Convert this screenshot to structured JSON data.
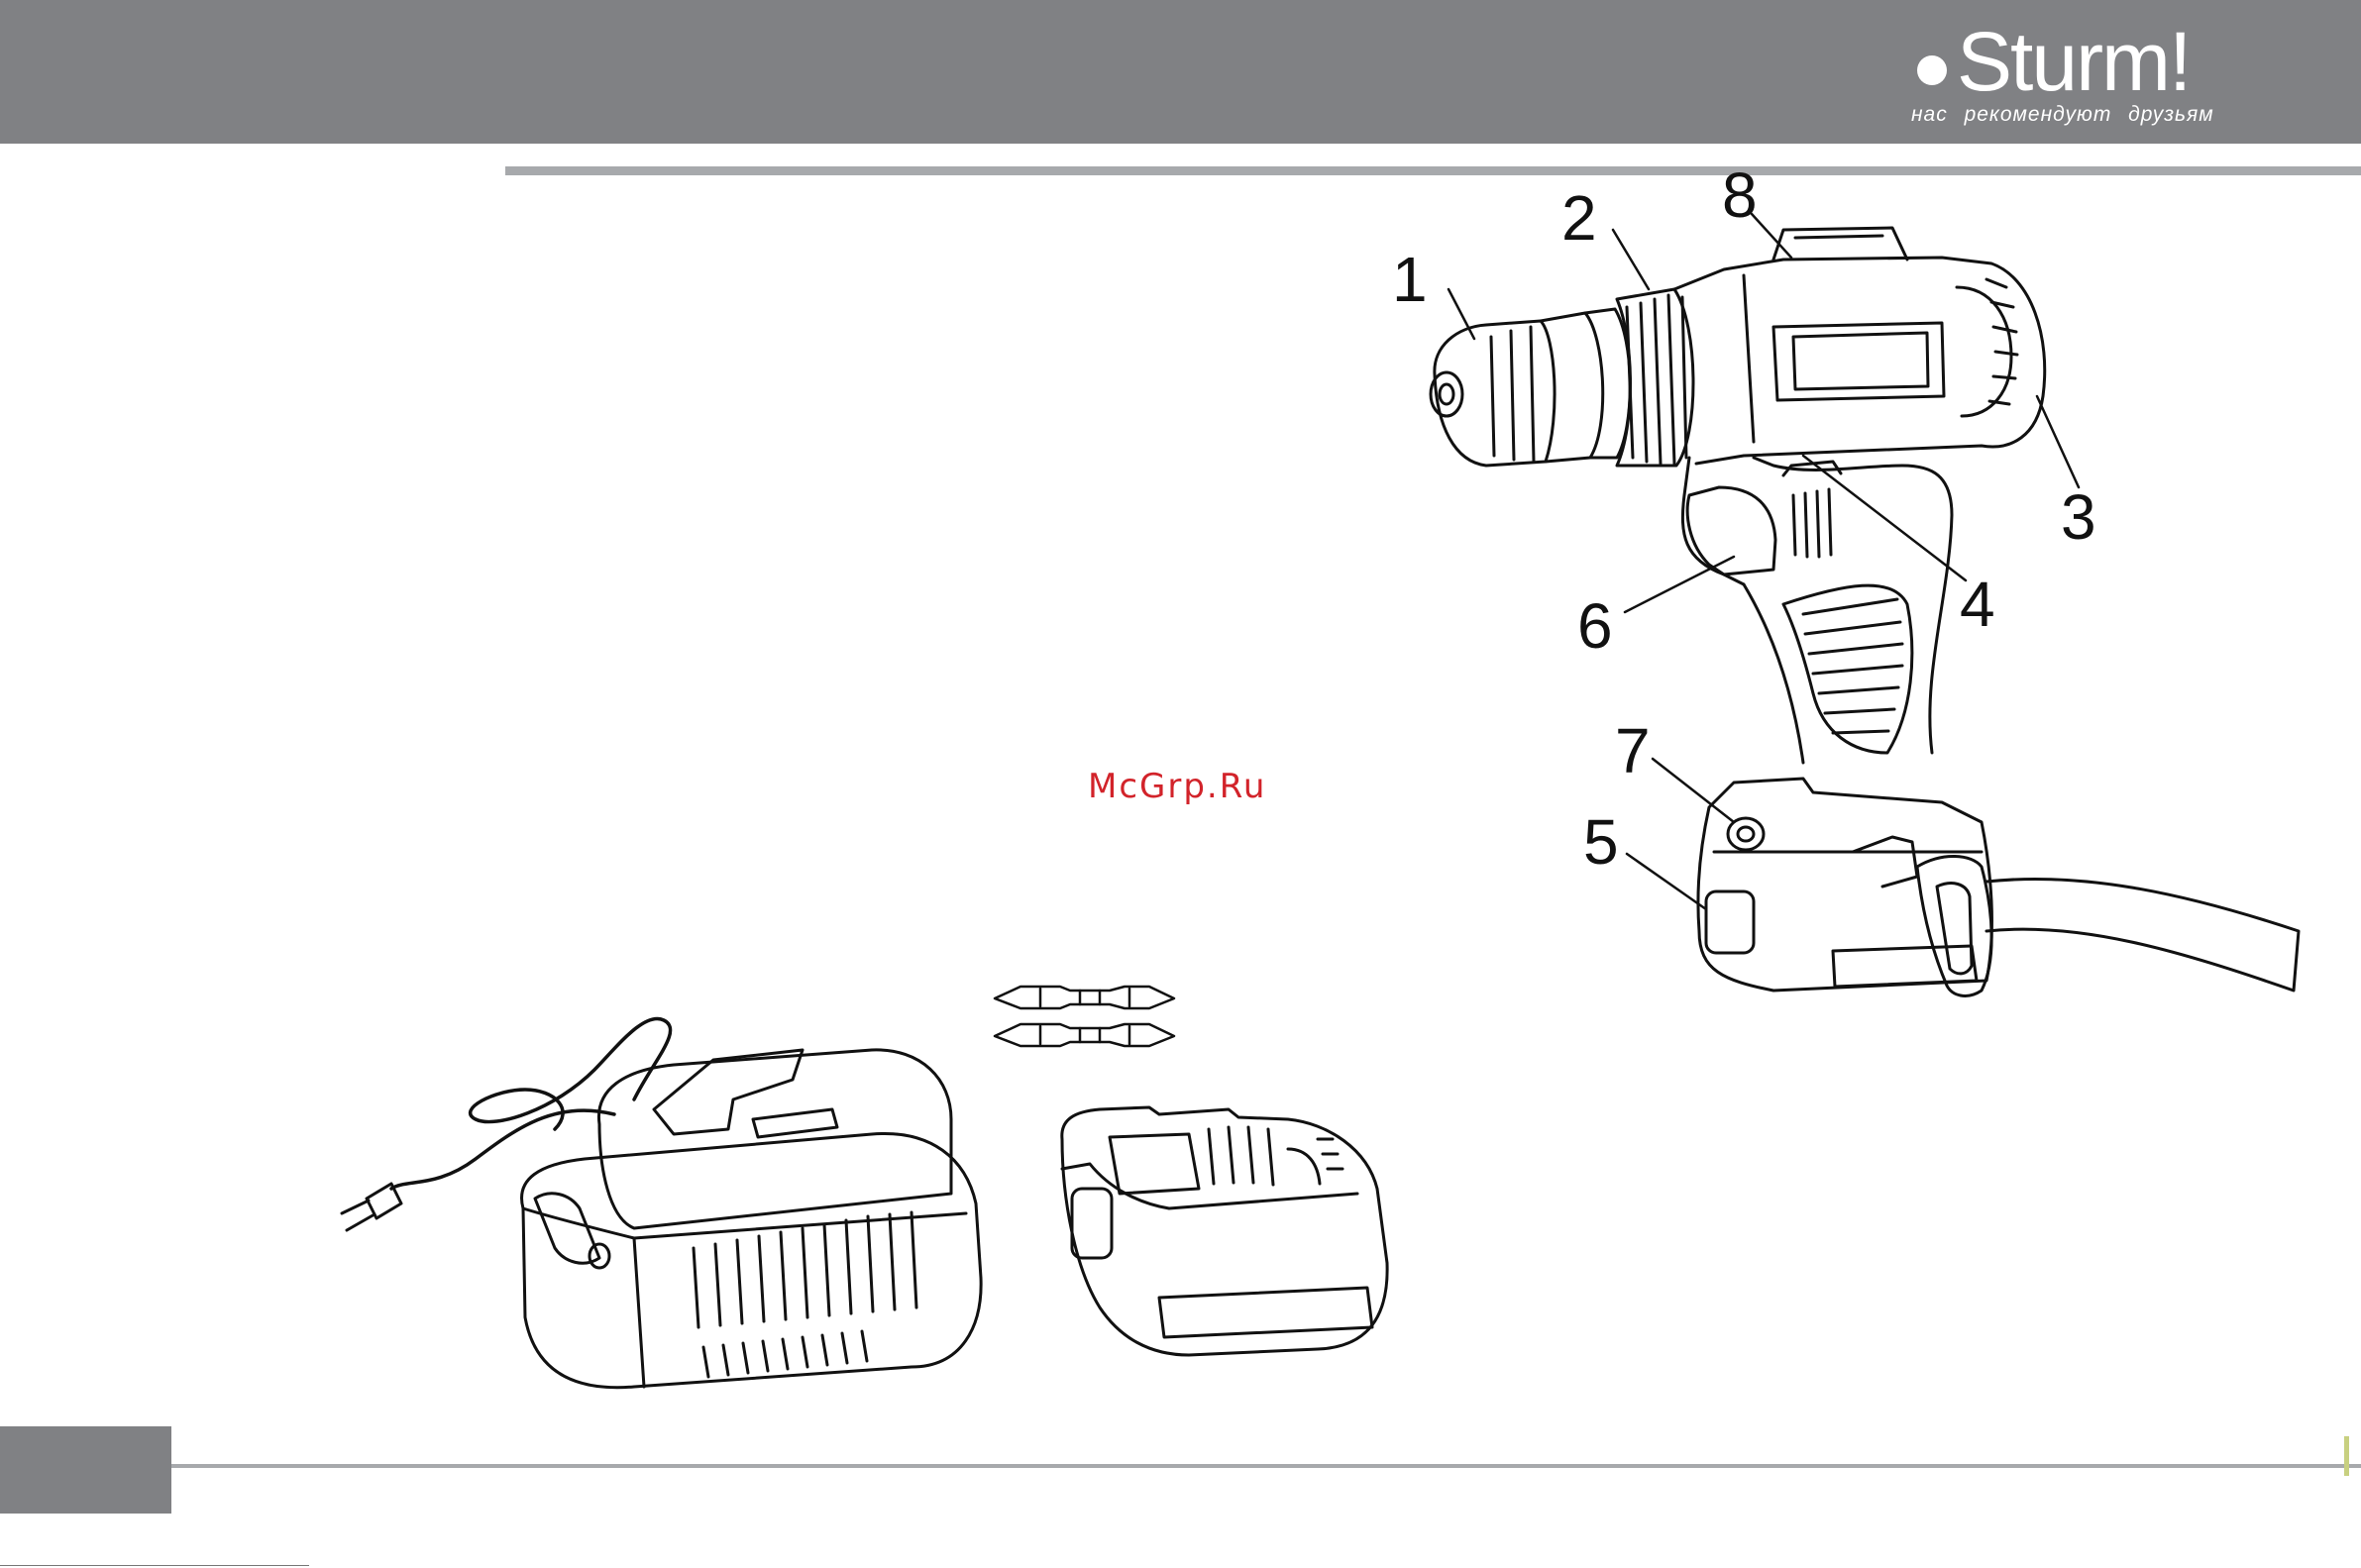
{
  "header": {
    "brand": "Sturm!",
    "slogan": "нас рекомендуют друзьям",
    "background": "#808184"
  },
  "watermark": {
    "text": "McGrp.Ru",
    "color": "#d2232a"
  },
  "figure": {
    "callouts": [
      "1",
      "2",
      "3",
      "4",
      "5",
      "6",
      "7",
      "8"
    ],
    "items": [
      "drill-icon",
      "charger-icon",
      "battery-icon",
      "screwdriver-bit-icon"
    ]
  },
  "footer": {
    "page_number": "",
    "accent": "#808184"
  }
}
